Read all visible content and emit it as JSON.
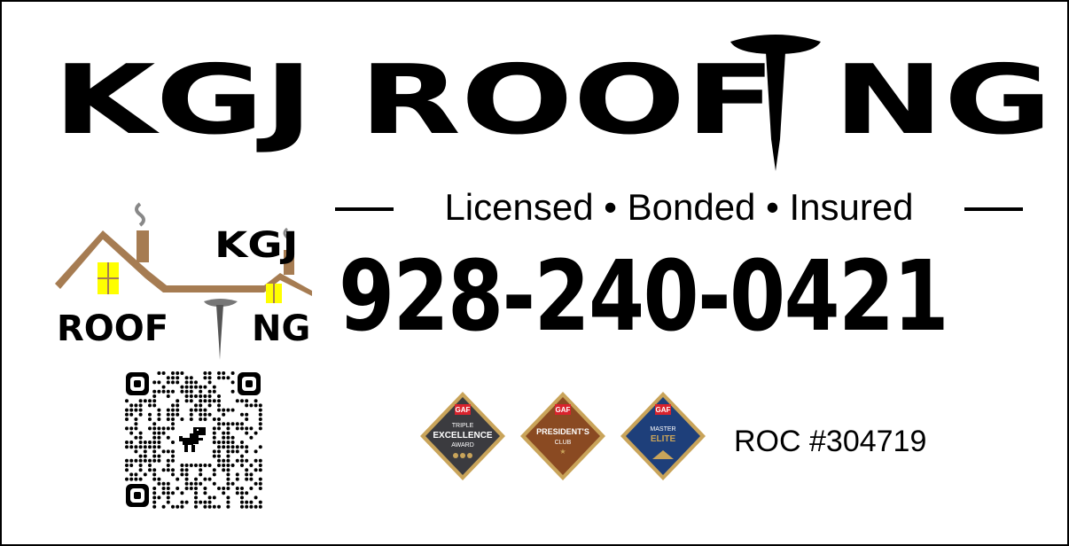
{
  "header": {
    "title_part1": "KGJ ROOF",
    "title_part2": "NG"
  },
  "tagline": {
    "text": "Licensed • Bonded • Insured"
  },
  "contact": {
    "phone": "928-240-0421"
  },
  "logo": {
    "top_text": "KGJ",
    "bottom_text_part1": "ROOF",
    "bottom_text_part2": "NG"
  },
  "badges": [
    {
      "brand": "GAF",
      "lines": [
        "TRIPLE",
        "EXCELLENCE",
        "AWARD"
      ],
      "color": "#3b3b3f"
    },
    {
      "brand": "GAF",
      "lines": [
        "PRESIDENT'S",
        "CLUB"
      ],
      "color": "#8a4a22"
    },
    {
      "brand": "GAF",
      "lines": [
        "MASTER",
        "ELITE"
      ],
      "color": "#1e3f7a"
    }
  ],
  "license": {
    "roc": "ROC #304719"
  },
  "colors": {
    "roof_brown": "#a67c52",
    "window_yellow": "#ffff00",
    "badge_gold": "#c9a45a",
    "gaf_red": "#d9232d"
  },
  "icons": {
    "title_nail": "nail-icon",
    "qr": "qr-code",
    "qr_center": "dinosaur-icon"
  }
}
